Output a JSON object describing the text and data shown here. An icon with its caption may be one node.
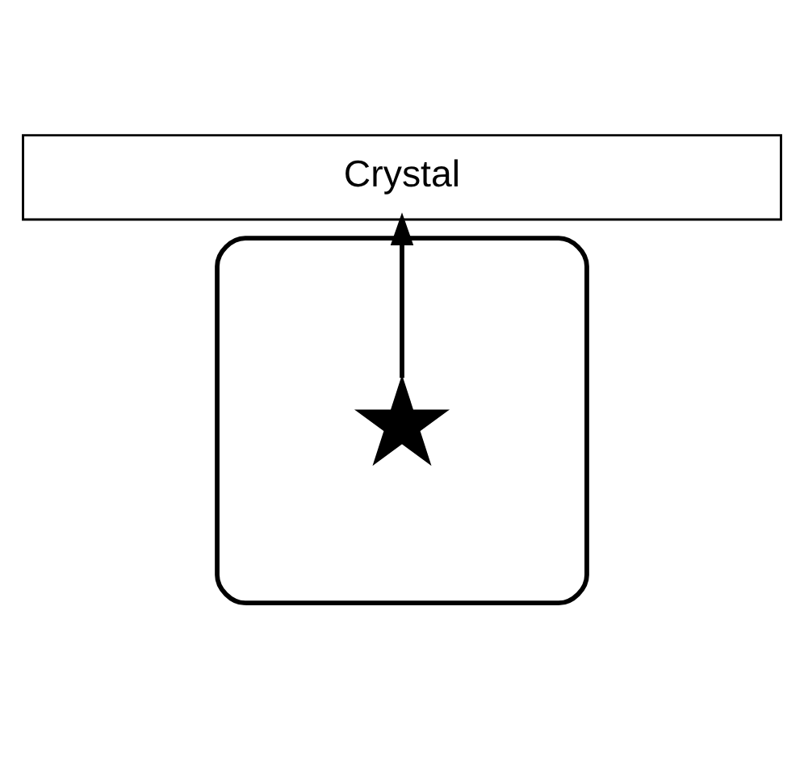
{
  "diagram": {
    "nodes": [
      {
        "text": [
          "Crystal"
        ]
      },
      {
        "text": [],
        "shape": "ellipse"
      },
      {
        "text": [],
        "shape": "star",
        "in": 1
      }
    ],
    "edges": [
      {
        "from": 2,
        "to": 0,
        "arrow": "to"
      }
    ]
  }
}
